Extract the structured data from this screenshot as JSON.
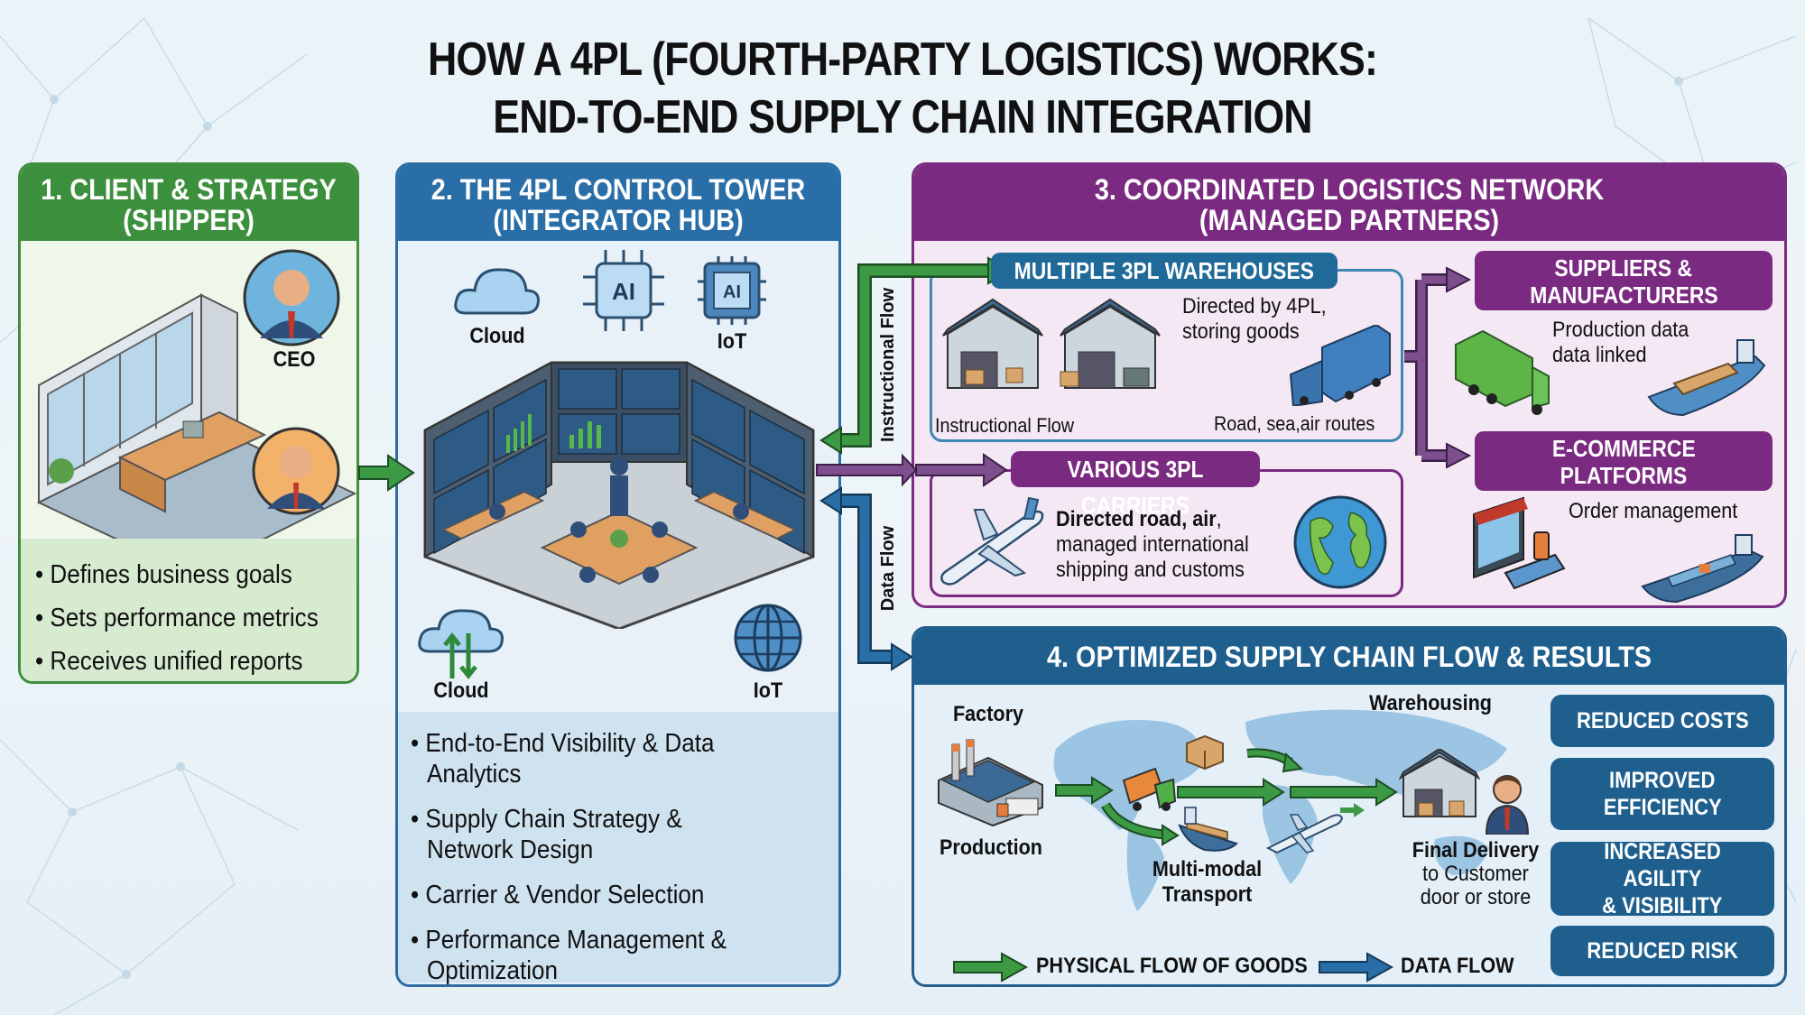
{
  "title": {
    "line1": "HOW A 4PL (FOURTH-PARTY LOGISTICS) WORKS:",
    "line2": "END-TO-END SUPPLY CHAIN INTEGRATION"
  },
  "colors": {
    "green": "#3c8f3c",
    "blue": "#2a6ea8",
    "purple": "#7b2a82",
    "navy": "#1f5f8e"
  },
  "panel1": {
    "heading": "1. CLIENT & STRATEGY",
    "subheading": "(SHIPPER)",
    "ceo_label": "CEO",
    "bullets": [
      "Defines business goals",
      "Sets performance metrics",
      "Receives unified reports"
    ]
  },
  "panel2": {
    "heading": "2. THE 4PL CONTROL TOWER",
    "subheading": "(INTEGRATOR HUB)",
    "icons": {
      "cloud_top": "Cloud",
      "ai_chip": "AI",
      "iot_chip": "AI",
      "iot_top": "IoT",
      "cloud_bottom": "Cloud",
      "iot_bottom": "IoT"
    },
    "bullets": [
      "End-to-End Visibility & Data Analytics",
      "Supply Chain Strategy & Network Design",
      "Carrier & Vendor Selection",
      "Performance Management & Optimization"
    ]
  },
  "flows": {
    "instructional": "Instructional Flow",
    "data": "Data Flow"
  },
  "panel3": {
    "heading": "3. COORDINATED LOGISTICS NETWORK",
    "subheading": "(MANAGED PARTNERS)",
    "warehouses": {
      "tag": "MULTIPLE 3PL WAREHOUSES",
      "desc": [
        "Directed by 4PL,",
        "storing goods"
      ],
      "caption_left": "Instructional Flow",
      "caption_right": "Road, sea,air routes"
    },
    "carriers": {
      "tag": "VARIOUS 3PL CARRIERS",
      "desc_bold": "Directed road, air",
      "desc_rest": [
        ",",
        "managed international",
        "shipping and customs"
      ]
    },
    "suppliers": {
      "tag_line1": "SUPPLIERS &",
      "tag_line2": "MANUFACTURERS",
      "desc": [
        "Production data",
        "data linked"
      ]
    },
    "ecommerce": {
      "tag_line1": "E-COMMERCE",
      "tag_line2": "PLATFORMS",
      "desc": "Order management"
    }
  },
  "panel4": {
    "heading": "4. OPTIMIZED SUPPLY CHAIN FLOW & RESULTS",
    "stages": {
      "factory": "Factory",
      "production": "Production",
      "multimodal_1": "Multi-modal",
      "multimodal_2": "Transport",
      "warehousing": "Warehousing",
      "final_1": "Final Delivery",
      "final_2": "to Customer",
      "final_3": "door or store"
    },
    "results": [
      [
        "REDUCED COSTS"
      ],
      [
        "IMPROVED",
        "EFFICIENCY"
      ],
      [
        "INCREASED AGILITY",
        "& VISIBILITY"
      ],
      [
        "REDUCED RISK"
      ]
    ],
    "legend": {
      "physical": "PHYSICAL FLOW OF GOODS",
      "data": "DATA FLOW"
    }
  }
}
